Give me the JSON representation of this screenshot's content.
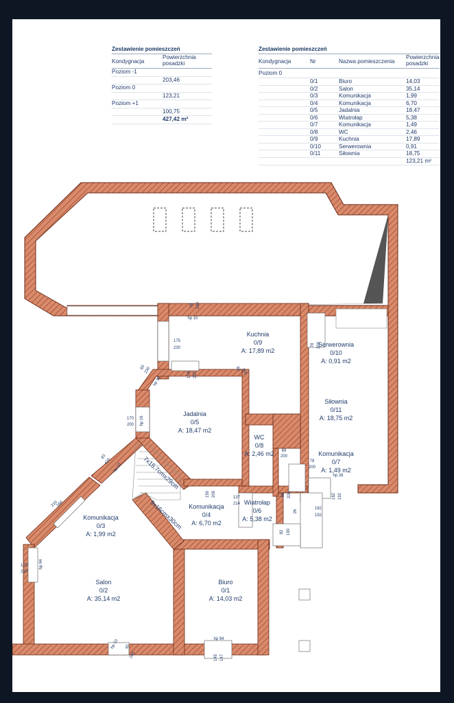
{
  "summary_table": {
    "title": "Zestawienie pomieszczeń",
    "headers": [
      "Kondygnacja",
      "Powierzchnia posadzki"
    ],
    "rows": [
      {
        "level": "Poziom -1",
        "area": "203,46"
      },
      {
        "level": "Poziom 0",
        "area": "123,21"
      },
      {
        "level": "Poziom +1",
        "area": "100,75"
      }
    ],
    "total": "427,42 m²"
  },
  "rooms_table": {
    "title": "Zestawienie pomieszczeń",
    "headers": [
      "Kondygnacja",
      "Nr",
      "Nazwa pomieszczenia",
      "Powierzchnia posadzki"
    ],
    "level": "Poziom 0",
    "rows": [
      {
        "nr": "0/1",
        "name": "Biuro",
        "area": "14,03"
      },
      {
        "nr": "0/2",
        "name": "Salon",
        "area": "35,14"
      },
      {
        "nr": "0/3",
        "name": "Komunikacja",
        "area": "1,99"
      },
      {
        "nr": "0/4",
        "name": "Komunikacja",
        "area": "6,70"
      },
      {
        "nr": "0/5",
        "name": "Jadalnia",
        "area": "18,47"
      },
      {
        "nr": "0/6",
        "name": "Wiatrołap",
        "area": "5,38"
      },
      {
        "nr": "0/7",
        "name": "Komunikacja",
        "area": "1,49"
      },
      {
        "nr": "0/8",
        "name": "WC",
        "area": "2,46"
      },
      {
        "nr": "0/9",
        "name": "Kuchnia",
        "area": "17,89"
      },
      {
        "nr": "0/10",
        "name": "Serwerownia",
        "area": "0,91"
      },
      {
        "nr": "0/11",
        "name": "Siłownia",
        "area": "18,75"
      }
    ],
    "total": "123,21 m²"
  },
  "plan": {
    "rooms": [
      {
        "name": "Kuchnia",
        "nr": "0/9",
        "area": "A: 17,89 m2"
      },
      {
        "name": "Serwerownia",
        "nr": "0/10",
        "area": "A: 0,91 m2"
      },
      {
        "name": "Siłownia",
        "nr": "0/11",
        "area": "A: 18,75 m2"
      },
      {
        "name": "Jadalnia",
        "nr": "0/5",
        "area": "A: 18,47 m2"
      },
      {
        "name": "WC",
        "nr": "0/8",
        "area": "A: 2,46 m2"
      },
      {
        "name": "Komunikacja",
        "nr": "0/7",
        "area": "A: 1,49 m2"
      },
      {
        "name": "Komunikacja",
        "nr": "0/4",
        "area": "A: 6,70 m2"
      },
      {
        "name": "Wiatrołap",
        "nr": "0/6",
        "area": "A: 5,38 m2"
      },
      {
        "name": "Komunikacja",
        "nr": "0/3",
        "area": "A: 1,99 m2"
      },
      {
        "name": "Salon",
        "nr": "0/2",
        "area": "A: 35,14 m2"
      },
      {
        "name": "Biuro",
        "nr": "0/1",
        "area": "A: 14,03 m2"
      }
    ],
    "stairs": [
      "7x15,7cmx29cm",
      "9x16cmx30cm"
    ],
    "dims": [
      "78",
      "230",
      "hp 10",
      "175",
      "230",
      "178",
      "207",
      "83",
      "230",
      "hp 10",
      "83",
      "205",
      "170",
      "200",
      "hp 16",
      "83",
      "426",
      "hp 10",
      "78",
      "200",
      "69",
      "200",
      "78",
      "200",
      "hp 26",
      "182",
      "192",
      "150",
      "205",
      "137",
      "214",
      "68",
      "200",
      "82",
      "190",
      "26",
      "182",
      "192",
      "264",
      "210",
      "173",
      "210",
      "hp 94",
      "hp 10",
      "45",
      "200",
      "hp 94",
      "145",
      "147"
    ]
  },
  "colors": {
    "wall_fill": "#d98a6a",
    "wall_hatch": "#8a3a24",
    "wall_edge": "#6a2a18",
    "text": "#1f3a6a"
  }
}
